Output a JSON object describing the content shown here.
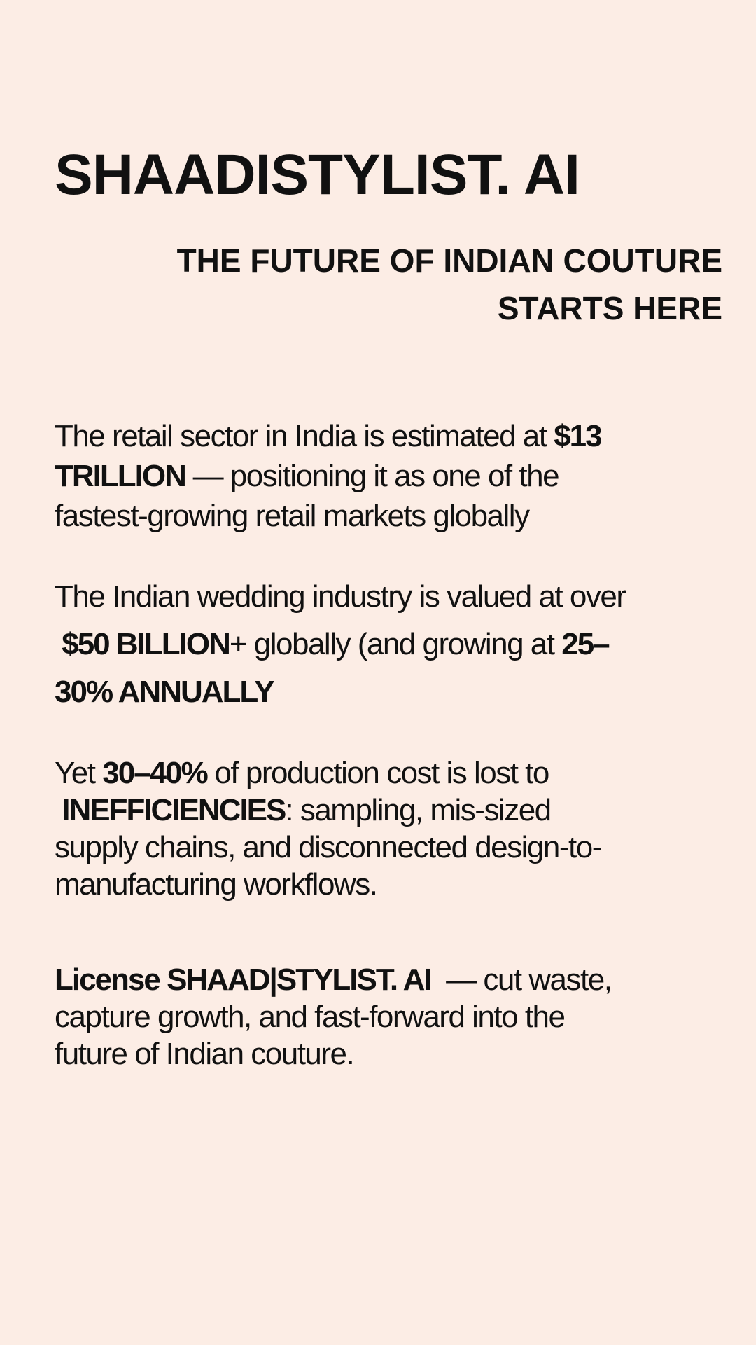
{
  "brand": {
    "title": "SHAADISTYLIST. AI"
  },
  "tagline": {
    "line1": "THE FUTURE OF INDIAN COUTURE",
    "line2": "STARTS HERE"
  },
  "paragraph1": {
    "l1_text": "The retail sector in India is estimated at ",
    "l1_bold": "$13",
    "l2_bold": "TRILLION",
    "l2_text": " — positioning it as one of the",
    "l3_text": "fastest-growing retail markets globally"
  },
  "paragraph2": {
    "l1_text": "The Indian wedding industry is valued at over",
    "l2_bold": " $50 BILLION",
    "l2_text": "+ globally (and growing at ",
    "l2_bold2": "25–",
    "l3_bold": "30% ANNUALLY"
  },
  "paragraph3": {
    "l1_text": "Yet ",
    "l1_bold": "30–40%",
    "l1_text2": " of production cost is lost to",
    "l2_bold": " INEFFICIENCIES",
    "l2_text": ": sampling, mis-sized",
    "l3_text": "supply chains, and disconnected design-to-",
    "l4_text": "manufacturing workflows."
  },
  "paragraph4": {
    "l1_bold": "License SHAAD|STYLIST. AI",
    "l1_text": "  — cut waste,",
    "l2_text": "capture growth, and fast-forward into the",
    "l3_text": "future of Indian couture."
  }
}
